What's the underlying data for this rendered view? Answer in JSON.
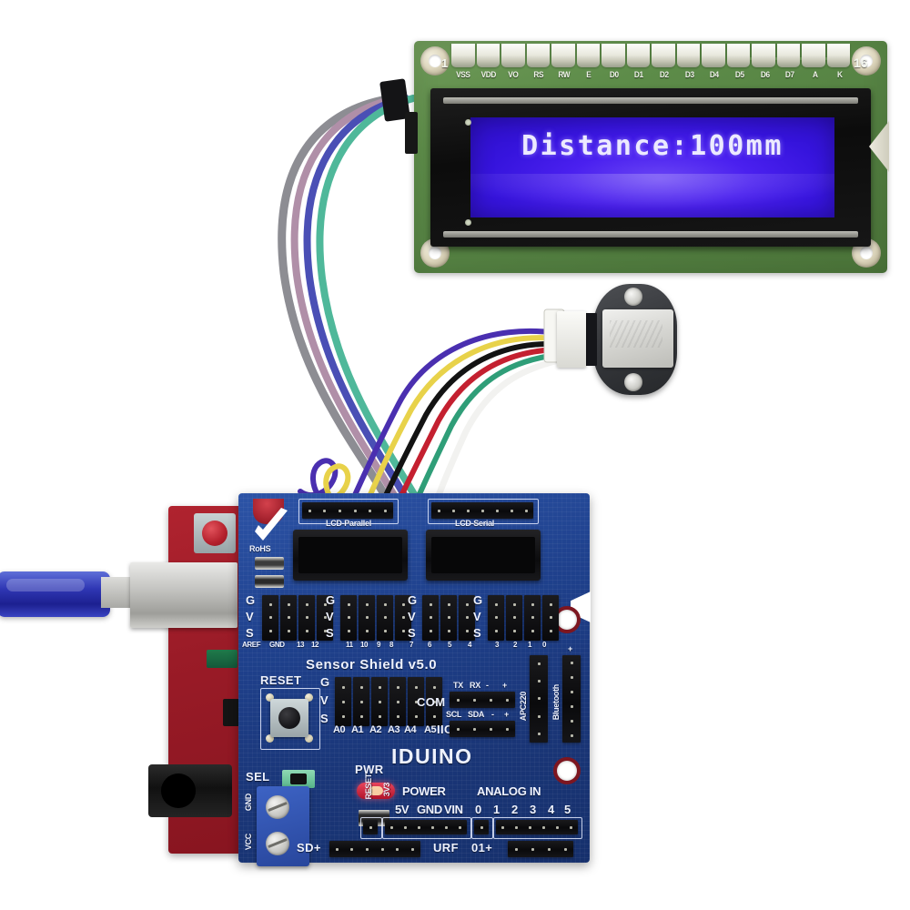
{
  "scene": {
    "title": "Arduino laser distance sensor wired to 1602 LCD on Iduino Sensor Shield v5.0",
    "background_color": "#ffffff"
  },
  "lcd_module": {
    "name": "1602 character LCD module",
    "pcb_color": "#5d8c49",
    "glass_color": "#3a1ae0",
    "text_color": "#eceaff",
    "display_text": "Distance:100mm",
    "pin_number_first": "1",
    "pin_number_last": "16",
    "pin_labels": [
      "VSS",
      "VDD",
      "VO",
      "RS",
      "RW",
      "E",
      "D0",
      "D1",
      "D2",
      "D3",
      "D4",
      "D5",
      "D6",
      "D7",
      "A",
      "K"
    ]
  },
  "sensor_module": {
    "name": "laser distance sensor module",
    "body_color": "#37393d",
    "chip_color": "#d7d7d3"
  },
  "red_board": {
    "name": "Arduino compatible main board",
    "pcb_color": "#9a1b27",
    "usb_cable_color": "#2f37b4",
    "usb_connector": "USB-B",
    "power_jack": "DC barrel jack",
    "reset_button": "RESET"
  },
  "shield": {
    "name": "Iduino Sensor Shield v5.0",
    "pcb_color": "#1f418d",
    "brand": "IDUINO",
    "board_title": "Sensor Shield v5.0",
    "rohs_label": "RoHS",
    "lcd_parallel_label": "LCD-Parallel",
    "lcd_serial_label": "LCD-Serial",
    "reset_label": "RESET",
    "sel_label": "SEL",
    "pwr_label": "PWR",
    "gnd_label": "GND",
    "vcc_label": "VCC",
    "gvs_labels": [
      "G",
      "V",
      "S"
    ],
    "digital_pin_labels": [
      "AREF",
      "GND",
      "13",
      "12",
      "11",
      "10",
      "9",
      "8",
      "7",
      "6",
      "5",
      "4",
      "3",
      "2",
      "1",
      "0"
    ],
    "analog_header_labels": [
      "A0",
      "A1",
      "A2",
      "A3",
      "A4",
      "A5"
    ],
    "iic_label": "IIC",
    "com_label": "COM",
    "serial_header": {
      "labels": [
        "TX",
        "RX",
        "-",
        "+"
      ]
    },
    "i2c_header": {
      "labels": [
        "SCL",
        "SDA",
        "-",
        "+"
      ]
    },
    "apc220_label": "APC220",
    "bluetooth_label": "Bluetooth",
    "bluetooth_plus": "+",
    "power_section": {
      "title": "POWER",
      "reset_label": "RESET",
      "pins": [
        "3V3",
        "5V",
        "GND",
        "VIN"
      ]
    },
    "analog_section": {
      "title": "ANALOG IN",
      "pins": [
        "0",
        "1",
        "2",
        "3",
        "4",
        "5"
      ]
    },
    "sd_label": "SD+",
    "urf_label": "URF",
    "urf_pin_label": "01+"
  },
  "wires": {
    "lcd_ribbon_colors": [
      "#8d8d93",
      "#b08fa8",
      "#4a4fb5",
      "#4fb89a"
    ],
    "sensor_wire_colors": [
      "#4a2fb0",
      "#e8d24a",
      "#101010",
      "#c42030",
      "#2f9e78",
      "#f2f2f0"
    ]
  }
}
